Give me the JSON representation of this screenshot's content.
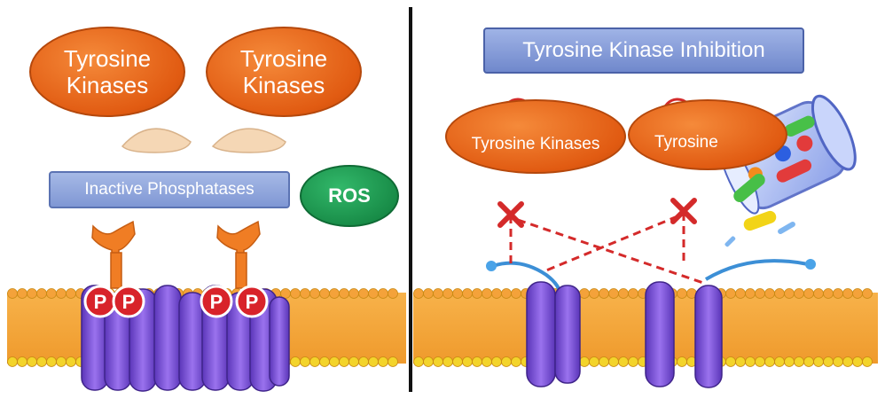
{
  "left": {
    "kinase_label_1": "Tyrosine\nKinases",
    "kinase_label_2": "Tyrosine\nKinases",
    "phosphatase_label": "Inactive Phosphatases",
    "ros_label": "ROS",
    "phospho_labels": [
      "P",
      "P",
      "P",
      "P"
    ]
  },
  "right": {
    "title": "Tyrosine Kinase Inhibition",
    "inhibited_kinase_1": "Tyrosine Kinases",
    "inhibited_kinase_2": "Tyrosine"
  },
  "colors": {
    "kinase_orange": "#e8661c",
    "phosphatase_blue": "#8fa6dc",
    "ros_green": "#1e9a52",
    "membrane_orange": "#f2a23a",
    "receptor_purple": "#7b4fd6",
    "phospho_red": "#d8232a",
    "inhibit_red": "#d42a2a"
  }
}
